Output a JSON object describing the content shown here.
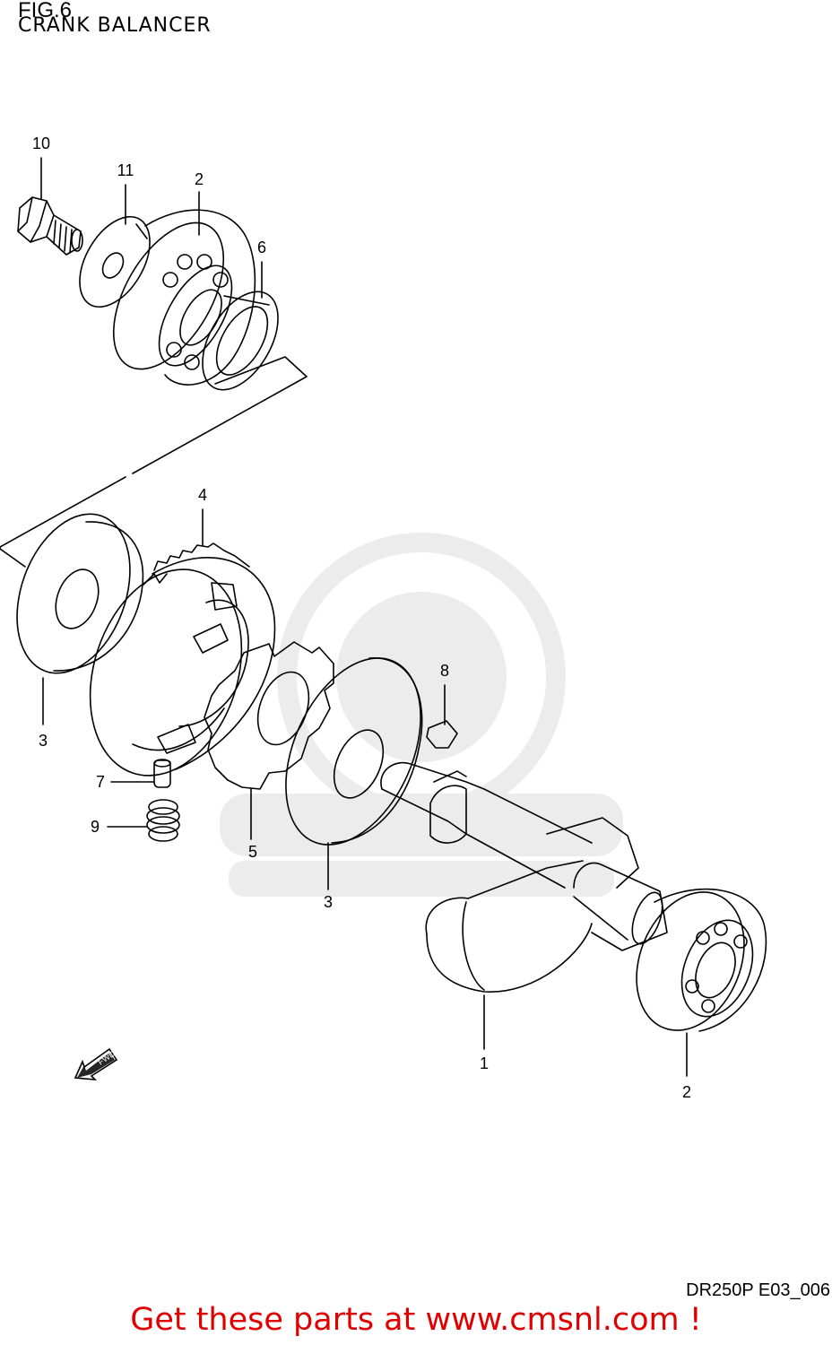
{
  "header": {
    "figure": "FIG.6",
    "subtitle": "CRANK BALANCER"
  },
  "diagram": {
    "callouts": [
      {
        "id": "callout-10",
        "label": "10"
      },
      {
        "id": "callout-11",
        "label": "11"
      },
      {
        "id": "callout-2-top",
        "label": "2"
      },
      {
        "id": "callout-6",
        "label": "6"
      },
      {
        "id": "callout-4",
        "label": "4"
      },
      {
        "id": "callout-3-left",
        "label": "3"
      },
      {
        "id": "callout-8",
        "label": "8"
      },
      {
        "id": "callout-7",
        "label": "7"
      },
      {
        "id": "callout-9",
        "label": "9"
      },
      {
        "id": "callout-5",
        "label": "5"
      },
      {
        "id": "callout-3-mid",
        "label": "3"
      },
      {
        "id": "callout-1",
        "label": "1"
      },
      {
        "id": "callout-2-bottom",
        "label": "2"
      }
    ],
    "direction_icon": "fwd-arrow-icon",
    "direction_text": "FWD"
  },
  "footer": {
    "reference_code": "DR250P E03_006",
    "cta": "Get these parts at www.cmsnl.com !"
  },
  "colors": {
    "line": "#000000",
    "cta": "#e00000",
    "watermark": "#888888"
  }
}
